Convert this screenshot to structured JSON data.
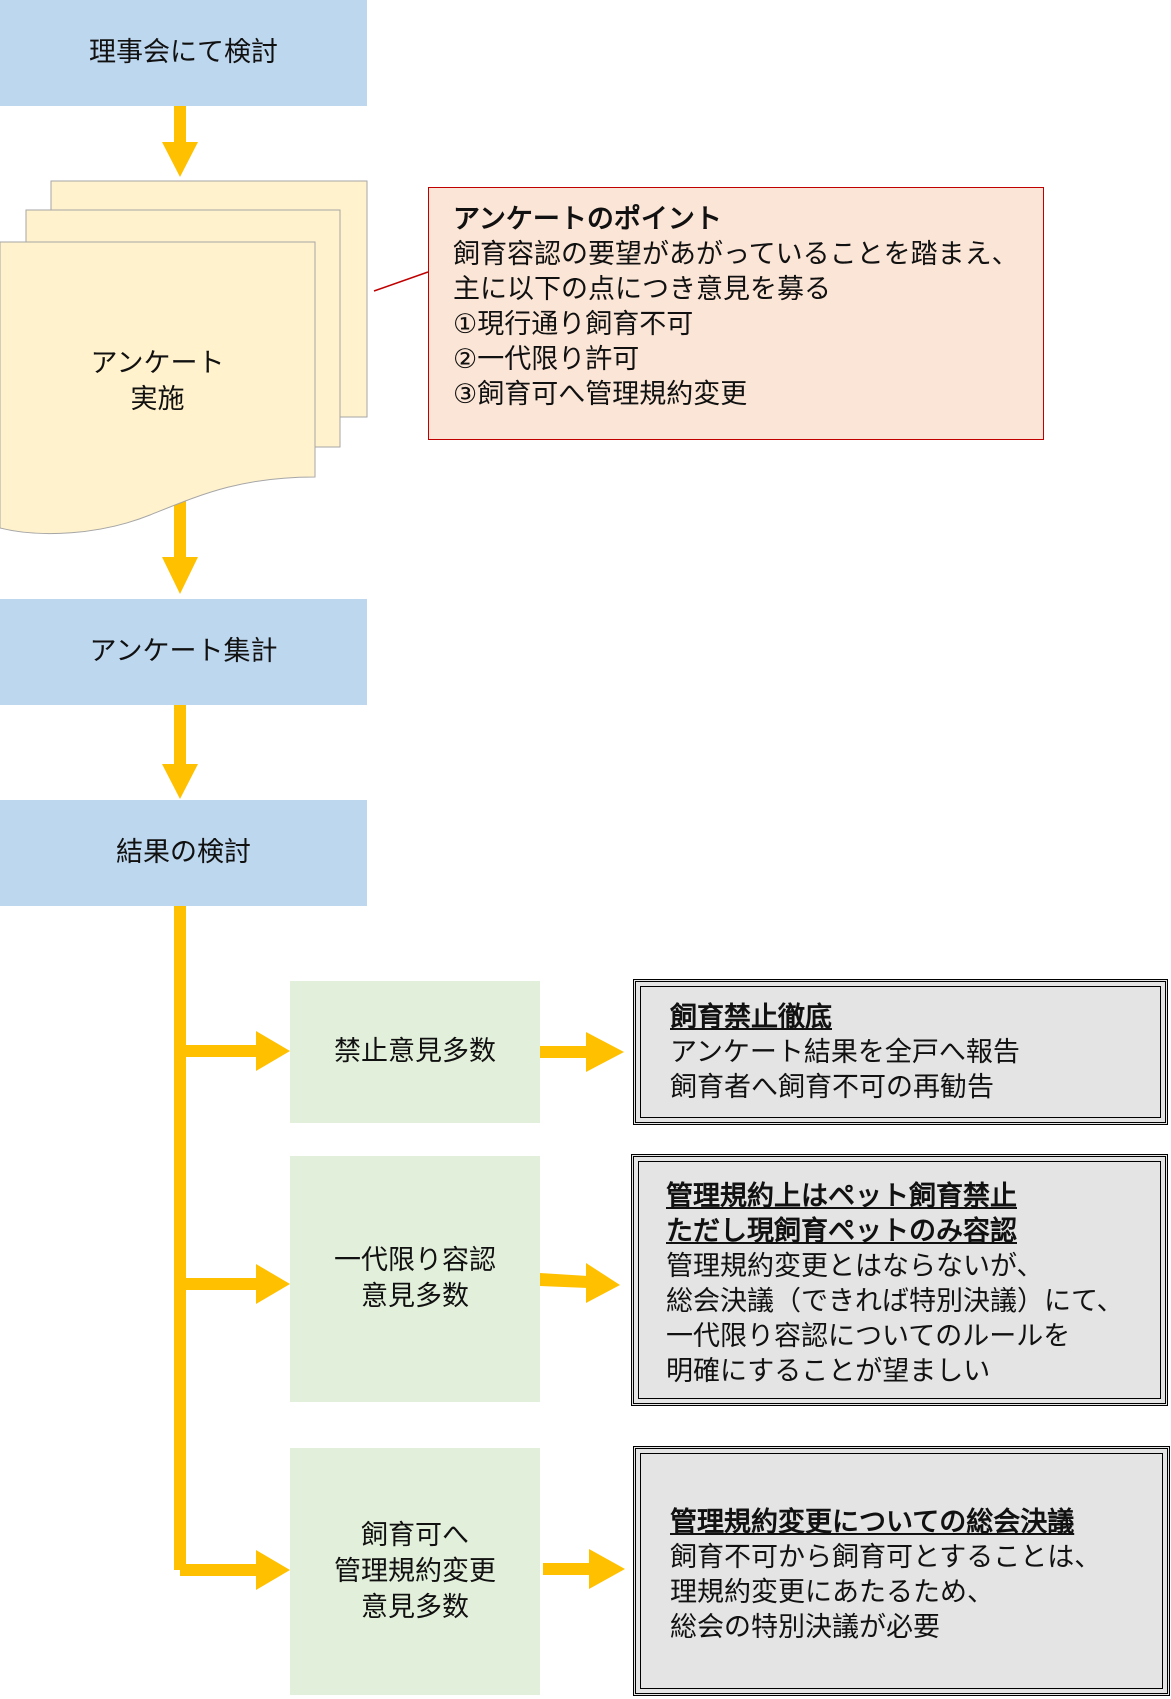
{
  "flow": {
    "step1": "理事会にて検討",
    "step2_line1": "アンケート",
    "step2_line2": "実施",
    "step3": "アンケート集計",
    "step4": "結果の検討"
  },
  "survey_point": {
    "title": "アンケートのポイント",
    "lines": [
      "飼育容認の要望があがっていることを踏まえ、",
      "主に以下の点につき意見を募る",
      "①現行通り飼育不可",
      "②一代限り許可",
      "③飼育可へ管理規約変更"
    ]
  },
  "branches": [
    {
      "label_lines": [
        "禁止意見多数"
      ],
      "outcome_title_lines": [
        "飼育禁止徹底"
      ],
      "outcome_lines": [
        "アンケート結果を全戸へ報告",
        "飼育者へ飼育不可の再勧告"
      ]
    },
    {
      "label_lines": [
        "一代限り容認",
        "意見多数"
      ],
      "outcome_title_lines": [
        "管理規約上はペット飼育禁止",
        "ただし現飼育ペットのみ容認"
      ],
      "outcome_lines": [
        "管理規約変更とはならないが、",
        "総会決議（できれば特別決議）にて、",
        "一代限り容認についてのルールを",
        "明確にすることが望ましい"
      ]
    },
    {
      "label_lines": [
        "飼育可へ",
        "管理規約変更",
        "意見多数"
      ],
      "outcome_title_lines": [
        "管理規約変更についての総会決議"
      ],
      "outcome_lines": [
        "飼育不可から飼育可とすることは、",
        "理規約変更にあたるため、",
        "総会の特別決議が必要"
      ]
    }
  ],
  "colors": {
    "arrow": "#ffc000",
    "step_fill": "#bdd7ee",
    "branch_fill": "#e2efda",
    "document_fill": "#fff2cc",
    "point_fill": "#fbe5d6",
    "point_border": "#c00000",
    "outcome_fill": "#e4e4e4"
  }
}
